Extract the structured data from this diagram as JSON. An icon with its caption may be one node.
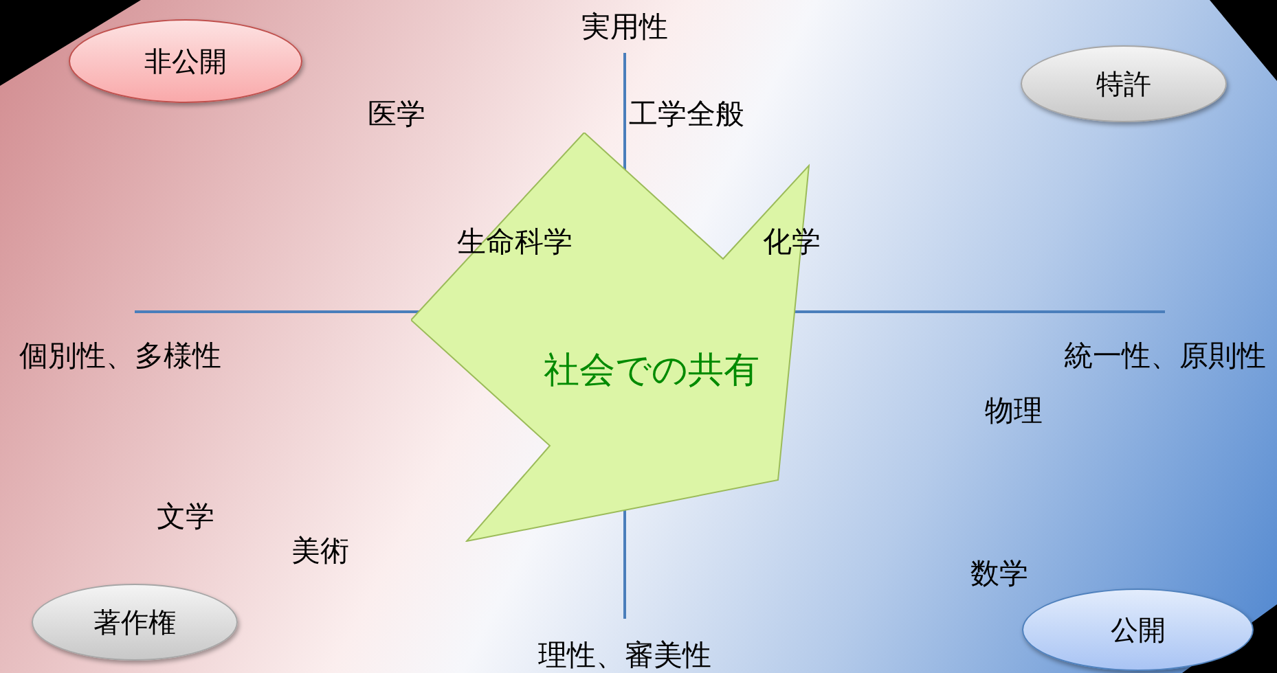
{
  "diagram": {
    "nodes": [
      {
        "text": [
          "非公開"
        ]
      },
      {
        "text": [
          "特許"
        ]
      },
      {
        "text": [
          "社会での共有"
        ]
      },
      {
        "text": [
          "著作権"
        ]
      },
      {
        "text": [
          "公開"
        ]
      }
    ],
    "labels": [
      "実用性",
      "医学",
      "工学全般",
      "生命科学",
      "化学",
      "個別性、多様性",
      "統一性、原則性",
      "物理",
      "文学",
      "美術",
      "数学",
      "理性、審美性"
    ]
  }
}
